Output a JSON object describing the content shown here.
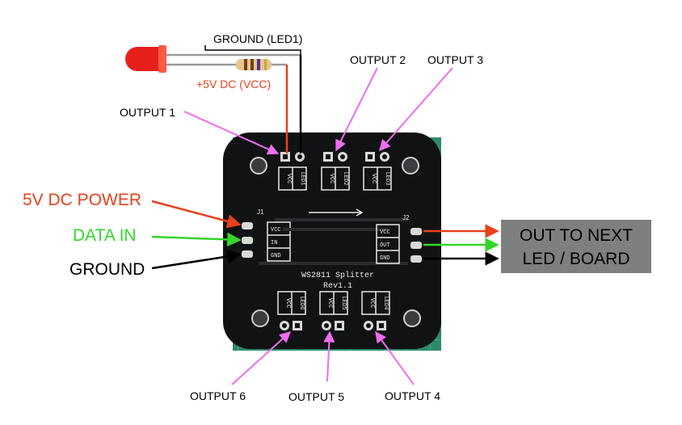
{
  "labels": {
    "ground_led1": "GROUND (LED1)",
    "vcc_5v": "+5V DC (VCC)",
    "output_1": "OUTPUT 1",
    "output_2": "OUTPUT 2",
    "output_3": "OUTPUT 3",
    "output_4": "OUTPUT 4",
    "output_5": "OUTPUT 5",
    "output_6": "OUTPUT 6",
    "power_5v": "5V DC POWER",
    "data_in": "DATA IN",
    "ground": "GROUND",
    "next_line1": "OUT TO NEXT",
    "next_line2": "LED / BOARD"
  },
  "board": {
    "title": "WS2811 Splitter",
    "rev": "Rev1.1",
    "j1": "J1",
    "j2": "J2",
    "pins_in": [
      "VCC",
      "IN",
      "GND"
    ],
    "pins_out": [
      "VCC",
      "OUT",
      "GND"
    ],
    "led_top": [
      "LED1",
      "LED2",
      "LED3"
    ],
    "led_bottom": [
      "LED6",
      "LED5",
      "LED4"
    ],
    "vcc": "VCC"
  },
  "colors": {
    "pcb": "#111214",
    "mat": "#2e8a6b",
    "silk": "#e8e8e8",
    "red": "#e8401c",
    "green": "#35d62b",
    "magenta": "#ee6ef0",
    "led": "#e8201c",
    "box": "#7f7f7f"
  }
}
